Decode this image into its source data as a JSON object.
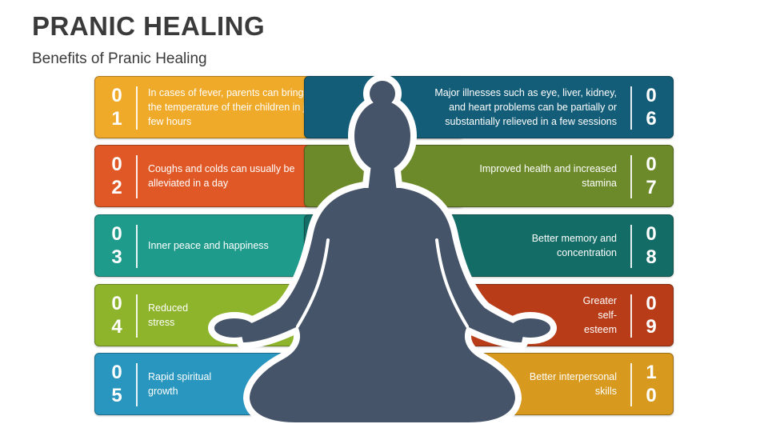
{
  "title": "PRANIC HEALING",
  "subtitle": "Benefits of Pranic Healing",
  "colors": {
    "c01": "#f0aa2a",
    "c02": "#e05826",
    "c03": "#1f9b8c",
    "c04": "#8db42a",
    "c05": "#2896be",
    "c06": "#135d78",
    "c07": "#6c8a2a",
    "c08": "#136c66",
    "c09": "#b83c18",
    "c10": "#d89a1e",
    "figure": "#455468"
  },
  "items": [
    {
      "num_top": "0",
      "num_bottom": "1",
      "text": "In cases of fever, parents can bring down the temperature of their children in just a few hours"
    },
    {
      "num_top": "0",
      "num_bottom": "2",
      "text": "Coughs and colds can usually be alleviated in a day"
    },
    {
      "num_top": "0",
      "num_bottom": "3",
      "text": "Inner peace and happiness"
    },
    {
      "num_top": "0",
      "num_bottom": "4",
      "text": "Reduced stress"
    },
    {
      "num_top": "0",
      "num_bottom": "5",
      "text": "Rapid spiritual growth"
    },
    {
      "num_top": "0",
      "num_bottom": "6",
      "text": "Major illnesses such as eye, liver, kidney, and heart problems can be partially or substantially relieved in a few sessions"
    },
    {
      "num_top": "0",
      "num_bottom": "7",
      "text": "Improved health and increased stamina"
    },
    {
      "num_top": "0",
      "num_bottom": "8",
      "text": "Better memory and concentration"
    },
    {
      "num_top": "0",
      "num_bottom": "9",
      "text": "Greater self-esteem"
    },
    {
      "num_top": "1",
      "num_bottom": "0",
      "text": "Better interpersonal skills"
    }
  ]
}
